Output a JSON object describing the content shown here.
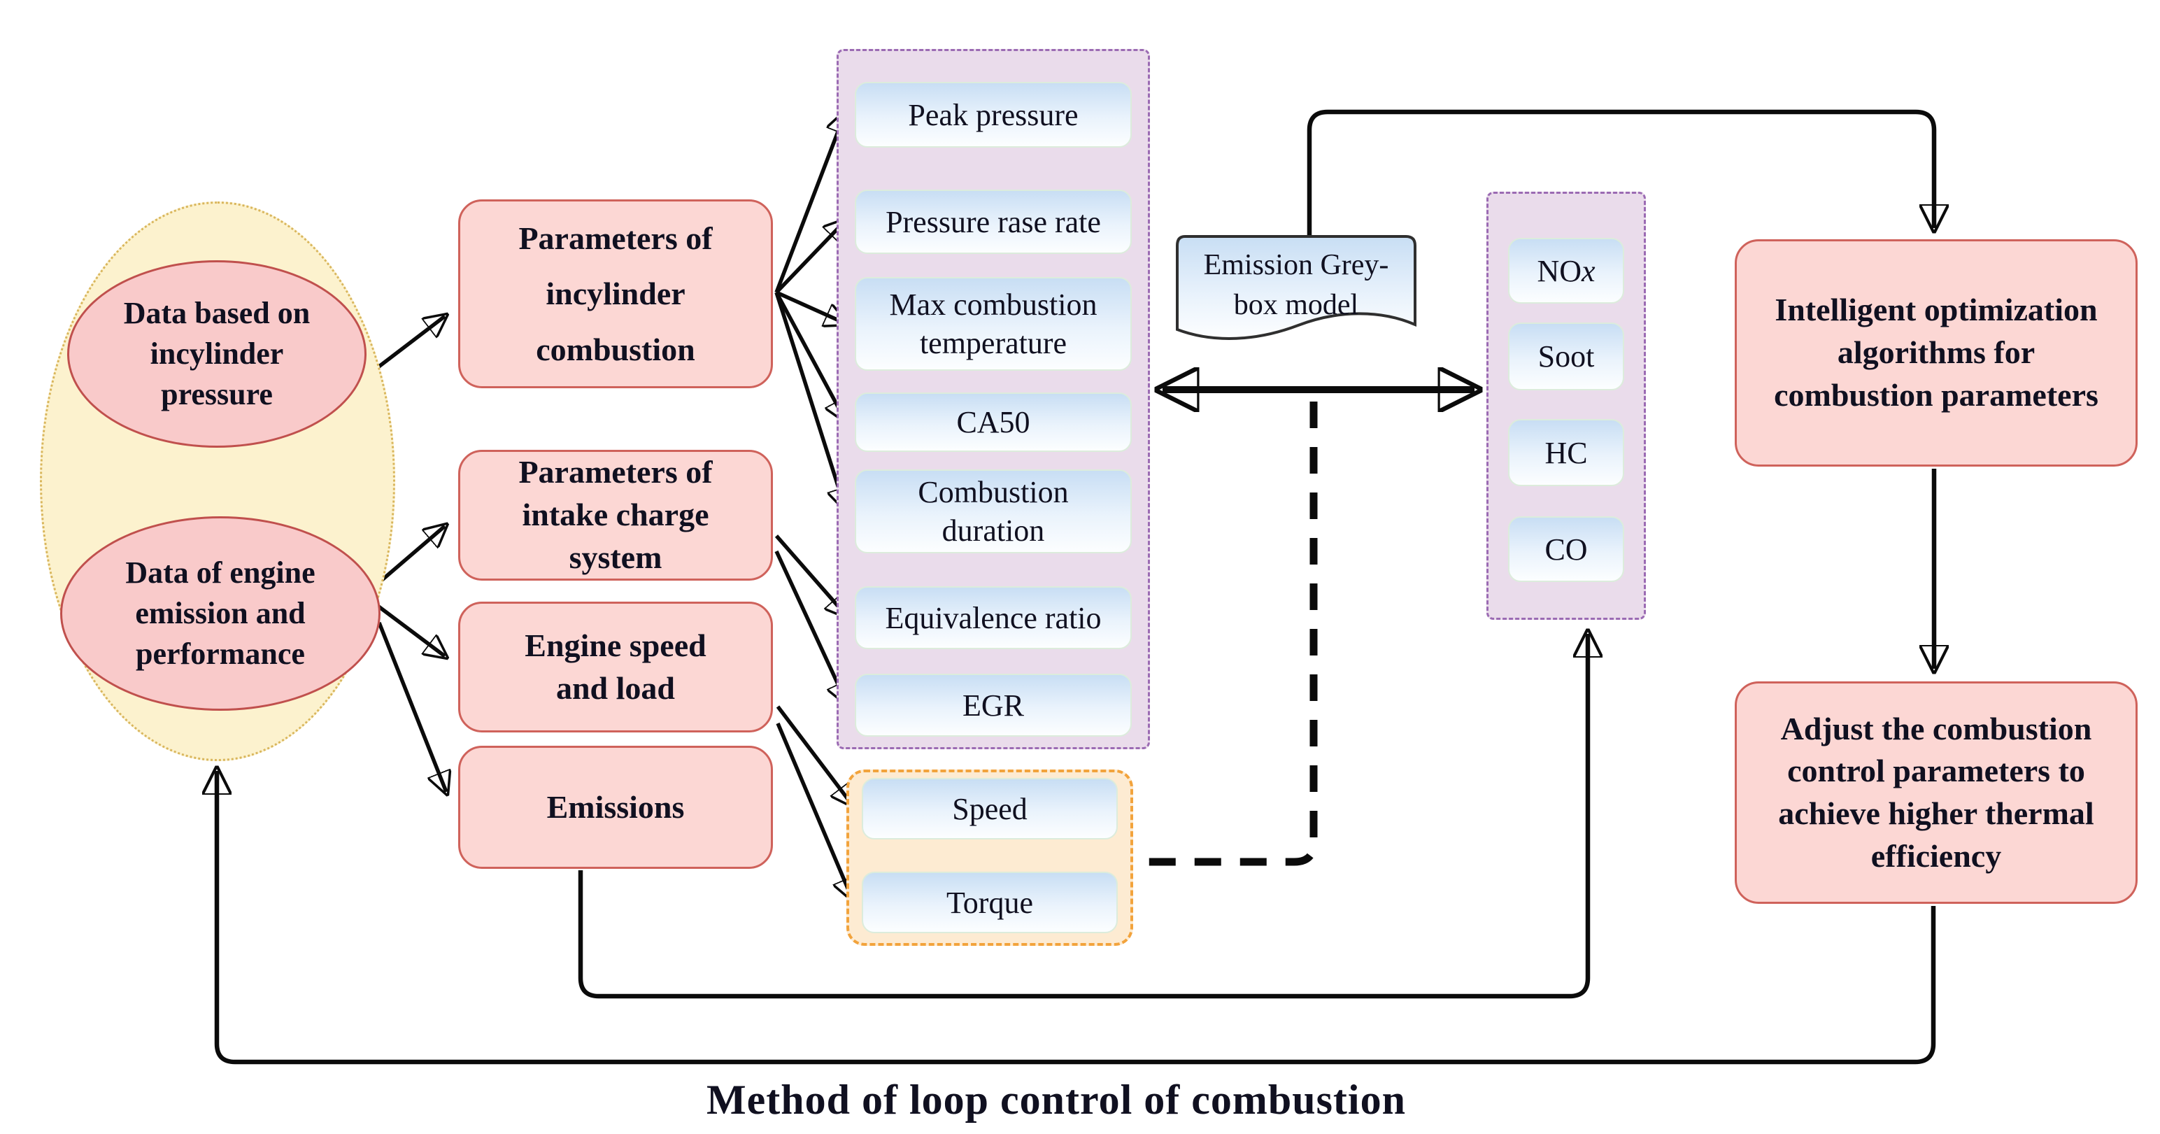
{
  "palette": {
    "pink_fill": "#fcd7d4",
    "pink_border": "#cf625b",
    "ellipse_fill": "#f9caca",
    "ellipse_border": "#c0504d",
    "pool_fill": "#fcf2ce",
    "pool_border": "#d9b65c",
    "purple_fill": "#eadceb",
    "purple_border": "#9b6bb3",
    "blue_box_top": "#c8def4",
    "orange_fill": "#fdebd2",
    "orange_border": "#f2a33c",
    "arrow": "#0b0b0b"
  },
  "data_pool": {
    "pressure_ellipse": "Data based on\nincylinder\npressure",
    "performance_ellipse": "Data of engine\nemission and\nperformance"
  },
  "categories": {
    "incylinder": "Parameters of\nincylinder\ncombustion",
    "intake": "Parameters of\nintake charge\nsystem",
    "speed_load": "Engine speed\nand load",
    "emissions": "Emissions"
  },
  "combustion_params": [
    "Peak pressure",
    "Pressure rase rate",
    "Max combustion\ntemperature",
    "CA50",
    "Combustion\nduration",
    "Equivalence ratio",
    "EGR"
  ],
  "performance_params": [
    "Speed",
    "Torque"
  ],
  "model": {
    "label": "Emission Grey-\nbox model"
  },
  "emission_species": {
    "items": [
      "NOx",
      "Soot",
      "HC",
      "CO"
    ],
    "nox_prefix": "NO",
    "nox_var": "x"
  },
  "actions": {
    "optimize": "Intelligent optimization\nalgorithms for\ncombustion parameters",
    "adjust": "Adjust the combustion\ncontrol parameters to\nachieve higher thermal\nefficiency"
  },
  "caption": "Method of loop control of combustion"
}
